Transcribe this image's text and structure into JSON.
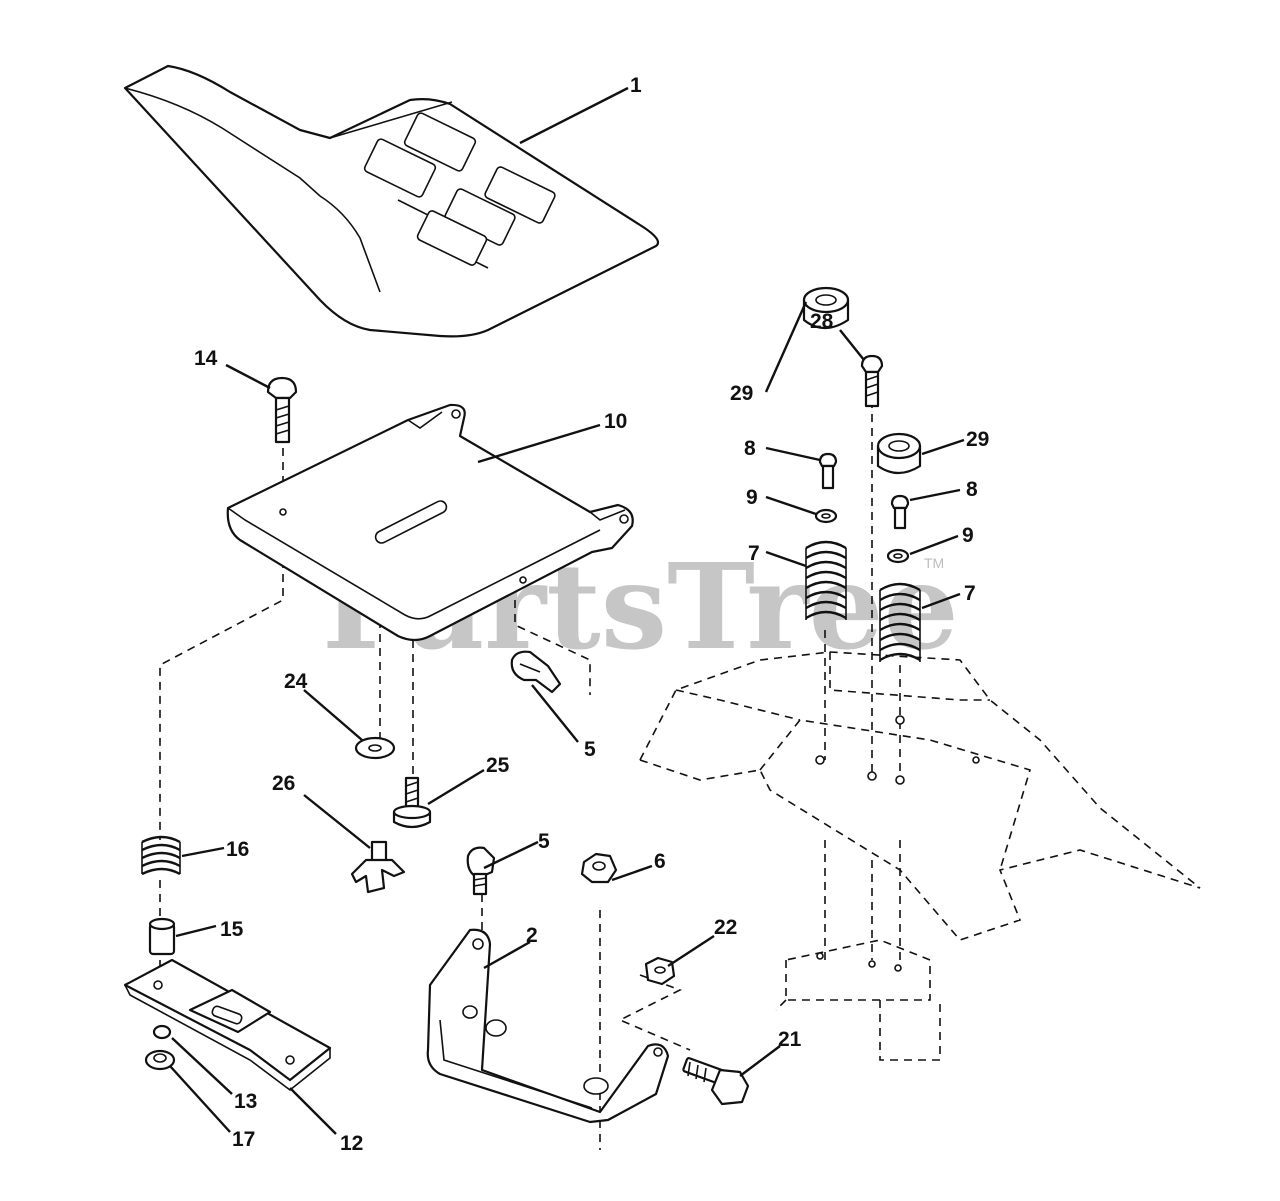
{
  "watermark": {
    "text": "PartsTree",
    "tm": "TM"
  },
  "callouts": [
    {
      "id": "c1",
      "label": "1"
    },
    {
      "id": "c2",
      "label": "2"
    },
    {
      "id": "c5a",
      "label": "5"
    },
    {
      "id": "c5b",
      "label": "5"
    },
    {
      "id": "c6",
      "label": "6"
    },
    {
      "id": "c7a",
      "label": "7"
    },
    {
      "id": "c7b",
      "label": "7"
    },
    {
      "id": "c8a",
      "label": "8"
    },
    {
      "id": "c8b",
      "label": "8"
    },
    {
      "id": "c9a",
      "label": "9"
    },
    {
      "id": "c9b",
      "label": "9"
    },
    {
      "id": "c10",
      "label": "10"
    },
    {
      "id": "c12",
      "label": "12"
    },
    {
      "id": "c13",
      "label": "13"
    },
    {
      "id": "c14",
      "label": "14"
    },
    {
      "id": "c15",
      "label": "15"
    },
    {
      "id": "c16",
      "label": "16"
    },
    {
      "id": "c17",
      "label": "17"
    },
    {
      "id": "c21",
      "label": "21"
    },
    {
      "id": "c22",
      "label": "22"
    },
    {
      "id": "c24",
      "label": "24"
    },
    {
      "id": "c25",
      "label": "25"
    },
    {
      "id": "c26",
      "label": "26"
    },
    {
      "id": "c28",
      "label": "28"
    },
    {
      "id": "c29a",
      "label": "29"
    },
    {
      "id": "c29b",
      "label": "29"
    }
  ]
}
